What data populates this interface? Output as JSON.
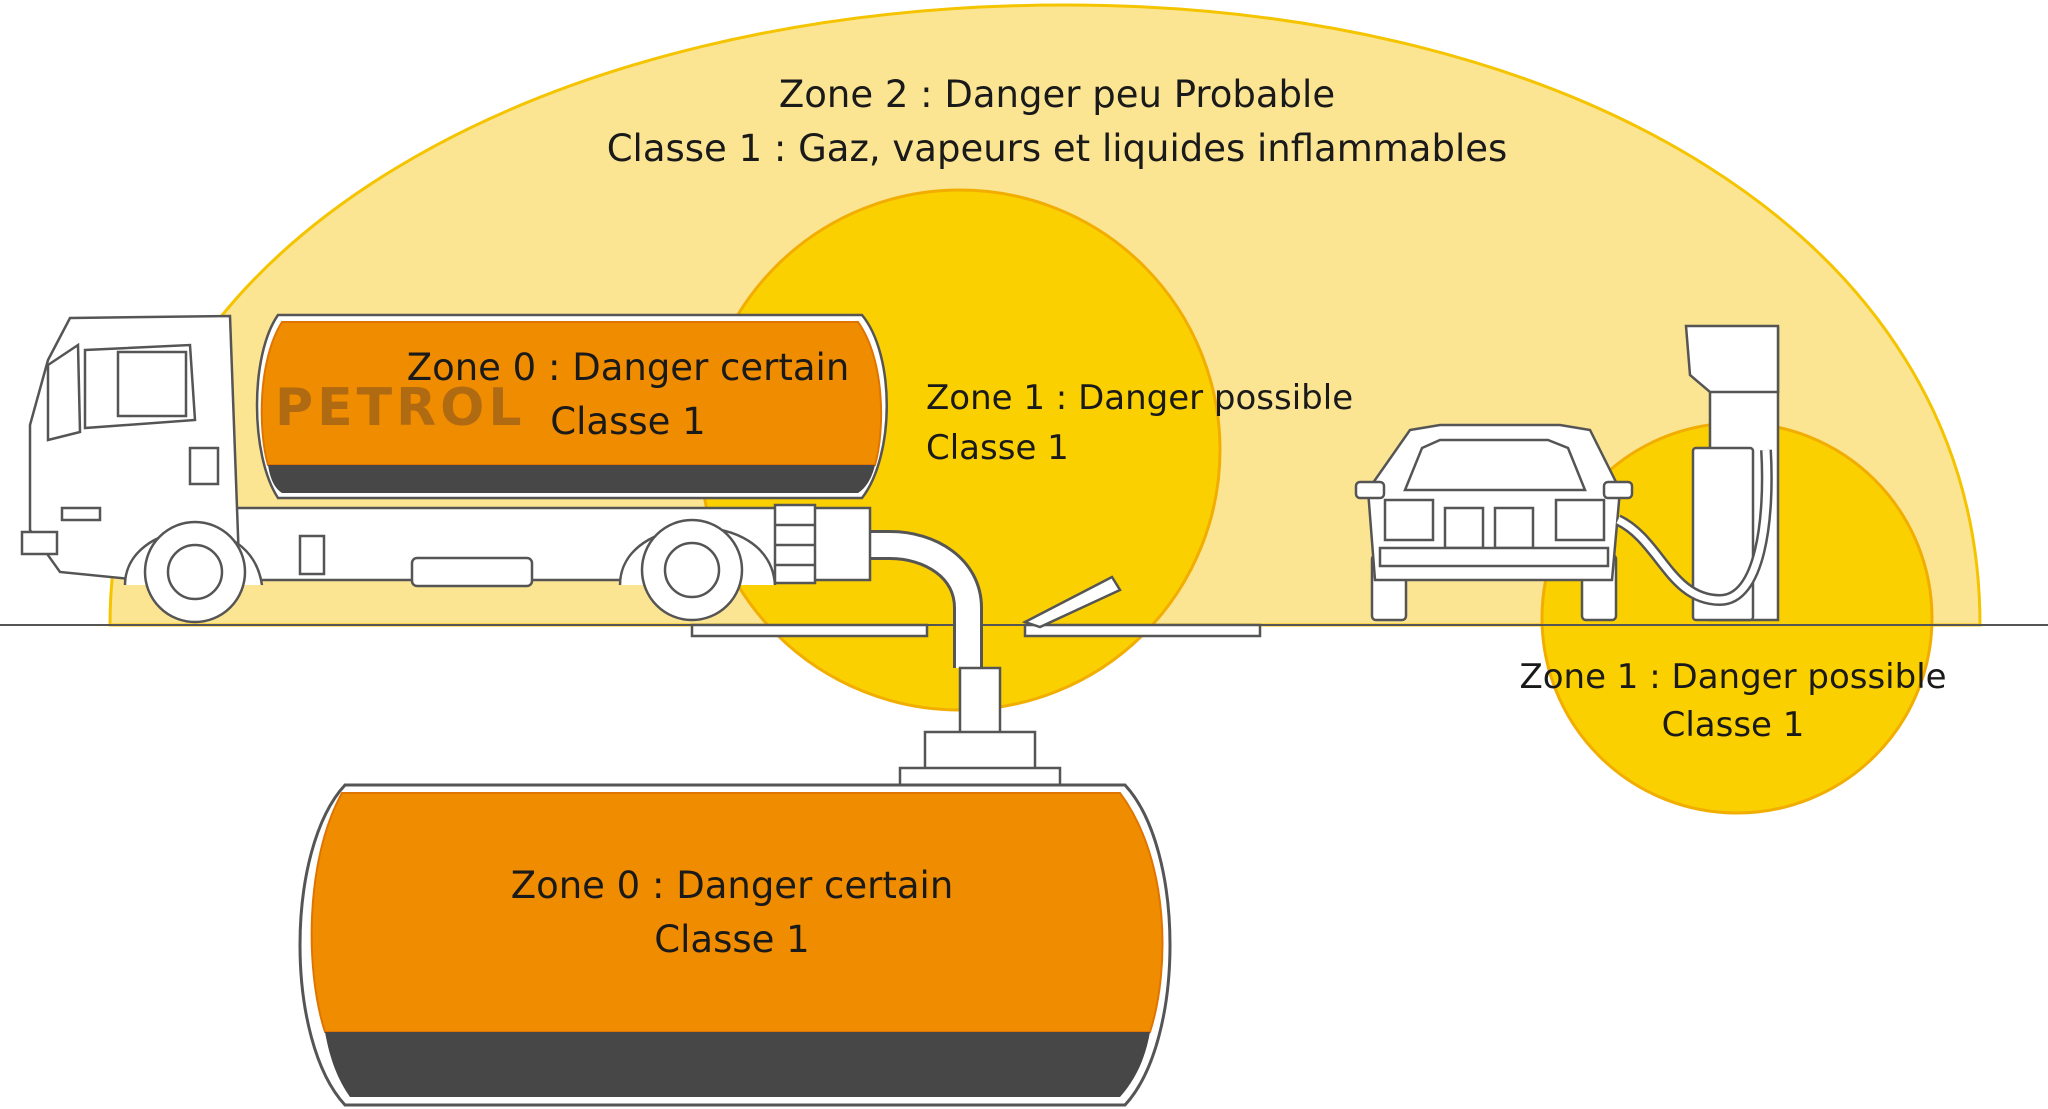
{
  "colors": {
    "zone2_fill": "#fce592",
    "zone1_fill": "#fbd000",
    "zone_edge": "#f5b800",
    "tank_fill": "#f08c00",
    "tank_dark": "#474747",
    "outline": "#5a5a5a",
    "text": "#1a1a1a"
  },
  "zone2": {
    "line1": "Zone 2 : Danger peu Probable",
    "line2": "Classe 1 : Gaz, vapeurs et liquides inflammables"
  },
  "truck_tank": {
    "brand": "PETROL",
    "zone_line": "Zone 0 : Danger certain",
    "class_line": "Classe 1"
  },
  "fill_point_zone": {
    "zone_line": "Zone 1 : Danger possible",
    "class_line": "Classe 1"
  },
  "pump_zone": {
    "zone_line": "Zone 1 : Danger possible",
    "class_line": "Classe 1"
  },
  "underground_tank": {
    "zone_line": "Zone 0 : Danger certain",
    "class_line": "Classe 1"
  }
}
